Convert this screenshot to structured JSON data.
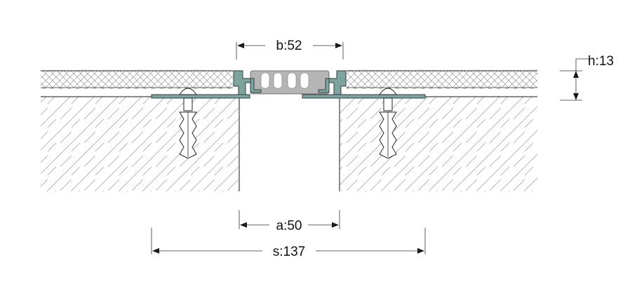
{
  "dimensions": {
    "b": "b:52",
    "h": "h:13",
    "a": "a:50",
    "s": "s:137"
  },
  "colors": {
    "profile": "#7fa39f",
    "insert": "#b5b5b5",
    "hatch": "#9a9a9a",
    "line": "#1a1a1a"
  }
}
